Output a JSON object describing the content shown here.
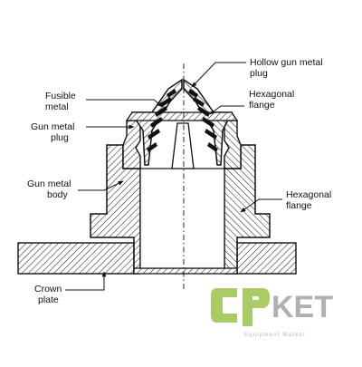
{
  "labels": {
    "hollow_plug": [
      "Hollow gun metal",
      "plug"
    ],
    "fusible_metal": [
      "Fusible",
      "metal"
    ],
    "hexagonal_flange_top": [
      "Hexagonal",
      "flange"
    ],
    "gun_metal_plug": [
      "Gun metal",
      "plug"
    ],
    "gun_metal_body": [
      "Gun metal",
      "body"
    ],
    "hexagonal_flange_bottom": [
      "Hexagonal",
      "flange"
    ],
    "crown_plate": [
      "Crown",
      "plate"
    ]
  },
  "watermark": {
    "brand": "KET",
    "subtitle": "Equipment Market",
    "colors": {
      "green": "#9bc34a",
      "gray": "#a8a8a8"
    }
  }
}
